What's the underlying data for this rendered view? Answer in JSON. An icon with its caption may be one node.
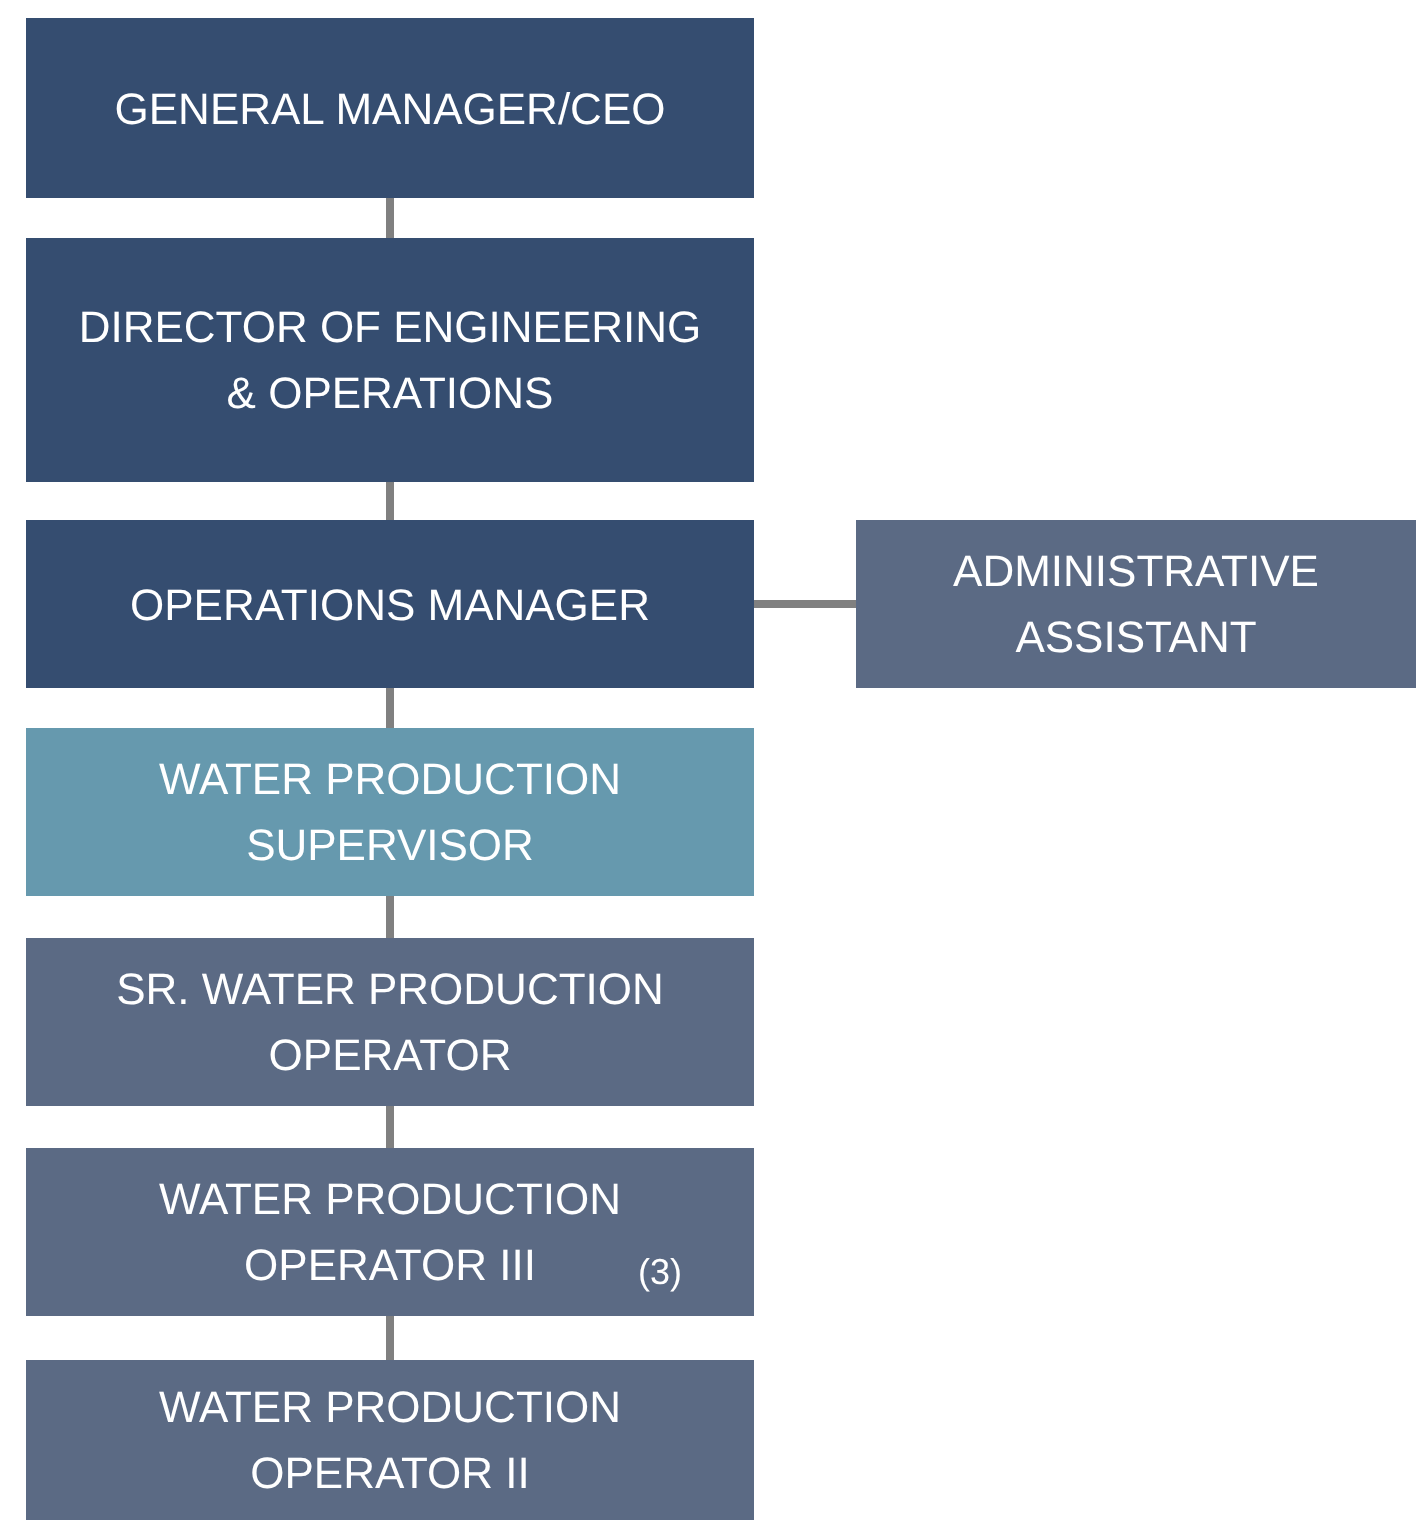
{
  "diagram": {
    "nodes": [
      {
        "text": [
          "GENERAL MANAGER/CEO"
        ]
      },
      {
        "text": [
          "DIRECTOR OF ENGINEERING & OPERATIONS"
        ]
      },
      {
        "text": [
          "OPERATIONS MANAGER"
        ]
      },
      {
        "text": [
          "ADMINISTRATIVE ASSISTANT"
        ]
      },
      {
        "text": [
          "WATER PRODUCTION SUPERVISOR"
        ]
      },
      {
        "text": [
          "SR. WATER PRODUCTION OPERATOR"
        ]
      },
      {
        "text": [
          "WATER PRODUCTION OPERATOR III",
          "(3)"
        ]
      },
      {
        "text": [
          "WATER PRODUCTION OPERATOR II"
        ]
      }
    ],
    "edges": [
      {
        "from": 0,
        "to": 1,
        "arrow": "none"
      },
      {
        "from": 1,
        "to": 2,
        "arrow": "none"
      },
      {
        "from": 2,
        "to": 3,
        "arrow": "none"
      },
      {
        "from": 2,
        "to": 4,
        "arrow": "none"
      },
      {
        "from": 4,
        "to": 5,
        "arrow": "none"
      },
      {
        "from": 5,
        "to": 6,
        "arrow": "none"
      },
      {
        "from": 6,
        "to": 7,
        "arrow": "none"
      }
    ]
  }
}
